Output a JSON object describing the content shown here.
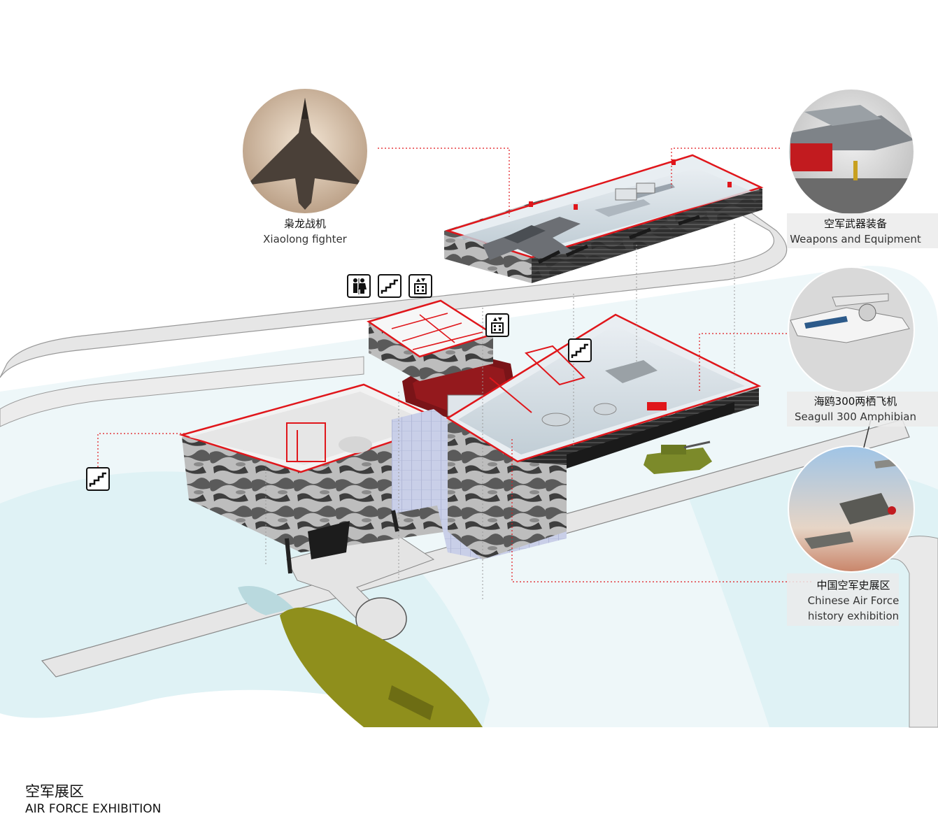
{
  "labels": {
    "xiaolong": {
      "cn": "枭龙战机",
      "en": "Xiaolong fighter"
    },
    "weapons": {
      "cn": "空军武器装备",
      "en": "Weapons and Equipment"
    },
    "seagull": {
      "cn": "海鸥300两栖飞机",
      "en": "Seagull 300 Amphibian"
    },
    "history": {
      "cn": "中国空军史展区",
      "en_line1": "Chinese Air Force",
      "en_line2": "history exhibition"
    }
  },
  "title": {
    "cn": "空军展区",
    "en": "AIR FORCE EXHIBITION"
  },
  "icons": [
    "restroom-icon",
    "stairs-icon",
    "elevator-icon"
  ],
  "colors": {
    "accent": "#e0161b",
    "camo_dark": "#4a4a4a",
    "camo_light": "#bdbdbd",
    "water": "#dff2f5",
    "road": "#e6e6e6",
    "olive": "#8f8f1c"
  }
}
